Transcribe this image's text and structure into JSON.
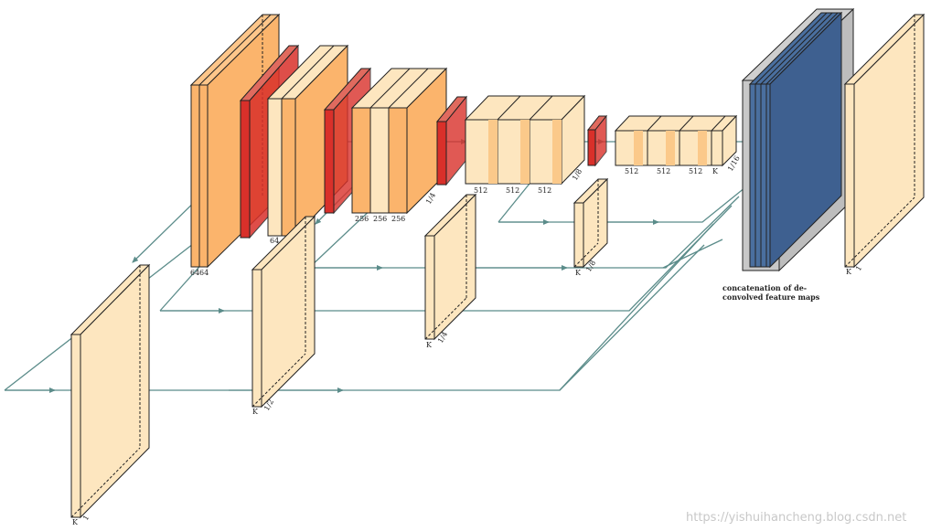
{
  "figure": {
    "encoder": {
      "block1": [
        "64",
        "64"
      ],
      "block2": [
        "64",
        "64"
      ],
      "block3": [
        "256",
        "256",
        "256"
      ],
      "block3_scale": "1/4",
      "block4": [
        "512",
        "512",
        "512"
      ],
      "block4_scale": "1/8",
      "block5": [
        "512",
        "512",
        "512"
      ],
      "block5_out": "K",
      "block5_scale": "1/16"
    },
    "side_outputs": [
      {
        "channels": "K",
        "scale": "1"
      },
      {
        "channels": "K",
        "scale": "1/2"
      },
      {
        "channels": "K",
        "scale": "1/4"
      },
      {
        "channels": "K",
        "scale": "1/8"
      }
    ],
    "concat_caption_line1": "concatenation of de-",
    "concat_caption_line2": "convolved feature maps",
    "final_output": {
      "channels": "K",
      "scale": "1"
    },
    "watermark": "https://yishuihancheng.blog.csdn.net",
    "colors": {
      "conv_dark": "#fbb46c",
      "conv_light": "#fde6bf",
      "pool": "#d9302a",
      "concat": "#4a6f9f",
      "concat_border": "#999999",
      "arrow": "#5b8c8a"
    }
  }
}
